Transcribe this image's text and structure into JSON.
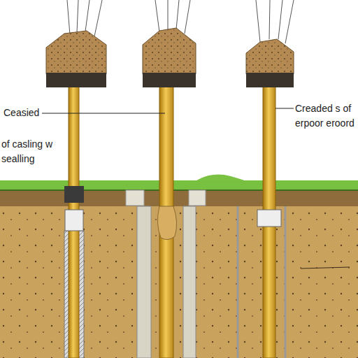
{
  "diagram": {
    "labels": [
      "Ceasied",
      "of casling w sealling",
      "Creaded s of erpoor eroord"
    ]
  }
}
